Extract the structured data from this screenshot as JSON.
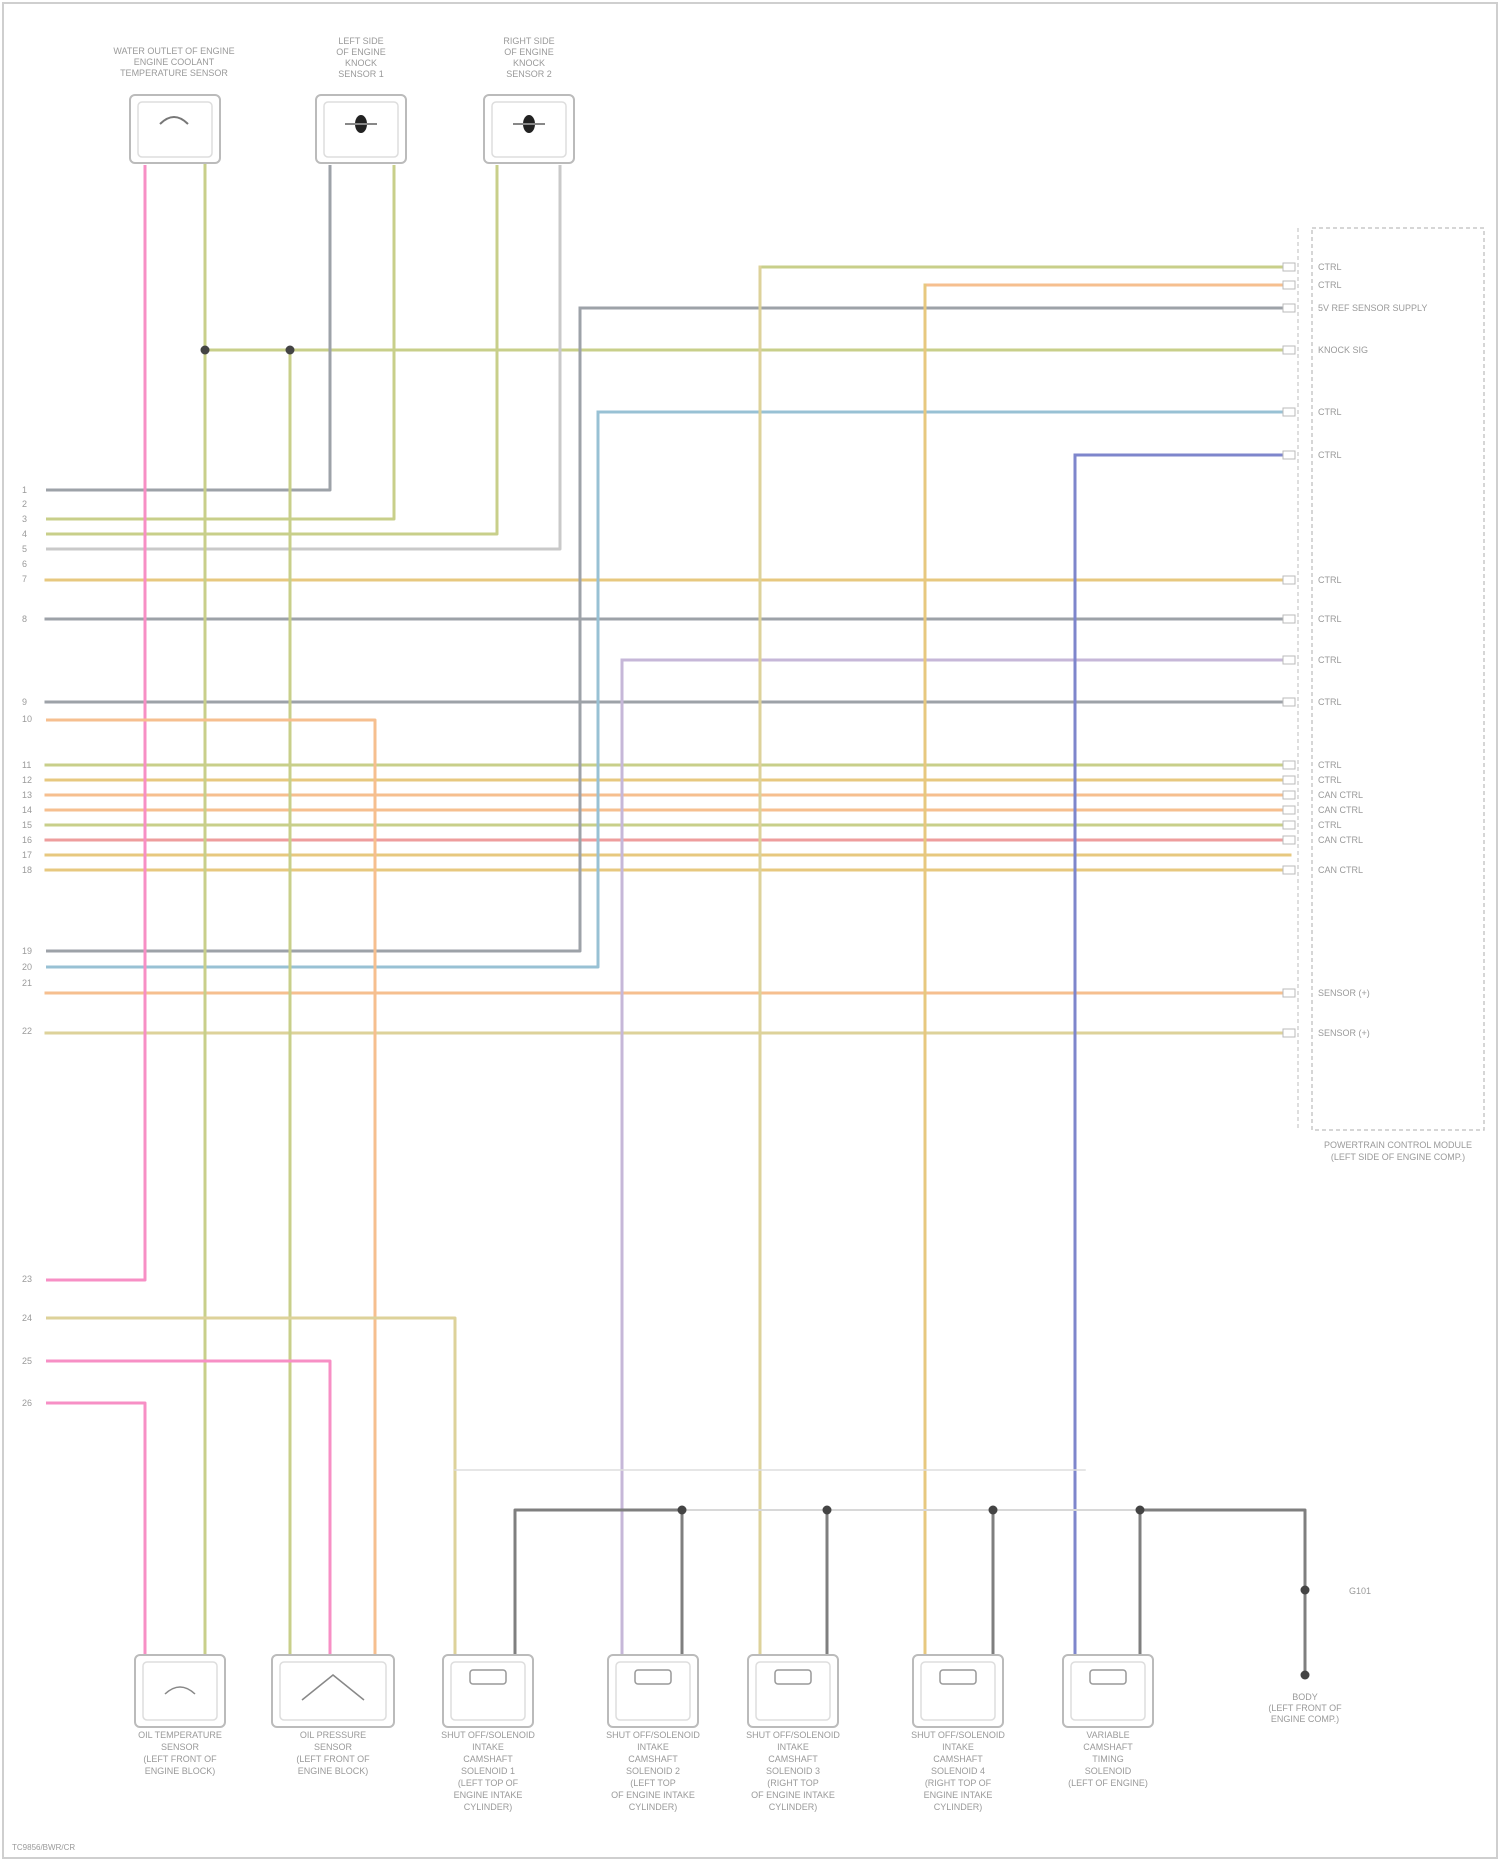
{
  "top_components": [
    {
      "label": "WATER OUTLET OF ENGINE\nENGINE COOLANT\nTEMPERATURE SENSOR"
    },
    {
      "label": "LEFT SIDE\nOF ENGINE\nKNOCK\nSENSOR 1"
    },
    {
      "label": "RIGHT SIDE\nOF ENGINE\nKNOCK\nSENSOR 2"
    }
  ],
  "pcm": {
    "label": "POWERTRAIN CONTROL MODULE\n(LEFT SIDE OF ENGINE COMP.)",
    "functions": [
      "CTRL",
      "CTRL",
      "5V REF SENSOR SUPPLY",
      "KNOCK SIG",
      "CTRL",
      "CTRL",
      "CTRL",
      "CTRL",
      "CTRL",
      "CTRL",
      "CTRL",
      "CTRL",
      "CAN CTRL",
      "CAN CTRL",
      "CTRL",
      "CAN CTRL",
      "CAN CTRL",
      "SENSOR (+)",
      "SENSOR (+)"
    ]
  },
  "bottom_components": [
    {
      "label": "OIL TEMPERATURE\nSENSOR\n(LEFT FRONT OF\nENGINE BLOCK)"
    },
    {
      "label": "OIL PRESSURE\nSENSOR\n(LEFT FRONT OF\nENGINE BLOCK)"
    },
    {
      "label": "SHUT OFF/SOLENOID\nINTAKE\nCAMSHAFT\nSOLENOID 1\n(LEFT TOP OF\nENGINE INTAKE\nCYLINDER)"
    },
    {
      "label": "SHUT OFF/SOLENOID\nINTAKE\nCAMSHAFT\nSOLENOID 2\n(LEFT TOP\nOF ENGINE INTAKE\nCYLINDER)"
    },
    {
      "label": "SHUT OFF/SOLENOID\nINTAKE\nCAMSHAFT\nSOLENOID 3\n(RIGHT TOP\nOF ENGINE INTAKE\nCYLINDER)"
    },
    {
      "label": "SHUT OFF/SOLENOID\nINTAKE\nCAMSHAFT\nSOLENOID 4\n(RIGHT TOP OF\nENGINE INTAKE\nCYLINDER)"
    },
    {
      "label": "VARIABLE\nCAMSHAFT\nTIMING\nSOLENOID\n(LEFT OF ENGINE)"
    }
  ],
  "ground": {
    "label": "G101",
    "location": "BODY\n(LEFT FRONT OF\nENGINE COMP.)"
  },
  "footer": "TC9856/BWR/CR"
}
